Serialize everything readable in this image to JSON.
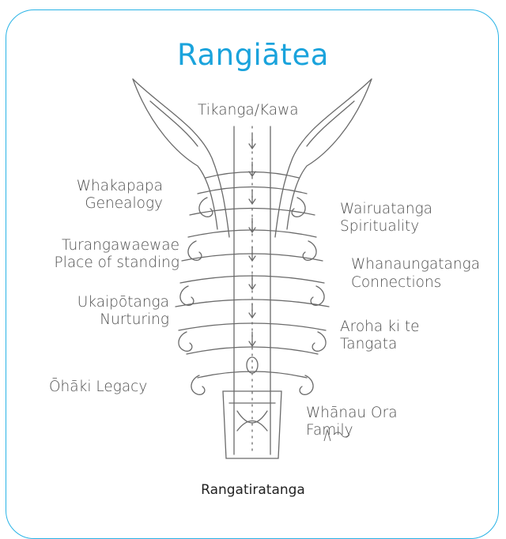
{
  "title": "Rangiātea",
  "labels": {
    "tikanga": "Tikanga/Kawa",
    "whakapapa_1": "Whakapapa",
    "whakapapa_2": "Genealogy",
    "wairuatanga_1": "Wairuatanga",
    "wairuatanga_2": "Spirituality",
    "turangawaewae_1": "Turangawaewae",
    "turangawaewae_2": "Place of standing",
    "whanaungatanga_1": "Whanaungatanga",
    "whanaungatanga_2": "Connections",
    "ukaipotanga_1": "Ukaipōtanga",
    "ukaipotanga_2": "Nurturing",
    "aroha_1": "Aroha ki te",
    "aroha_2": "Tangata",
    "ohaki": "Ōhāki Legacy",
    "whanau_1": "Whānau Ora",
    "whanau_2": "Family"
  },
  "footer": "Rangatiratanga",
  "colors": {
    "accent": "#1aa3dc",
    "border": "#29b3e6",
    "sketch": "#555555"
  }
}
